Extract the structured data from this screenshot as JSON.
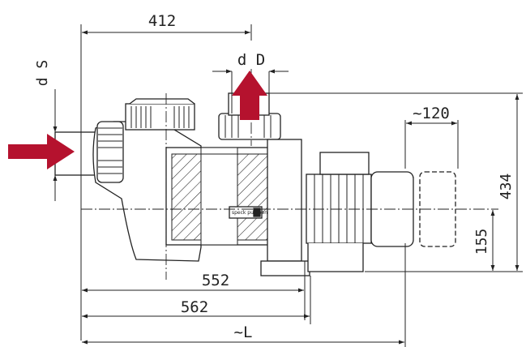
{
  "labels": {
    "dim_412": "412",
    "dim_dD": "d D",
    "dim_dS": "d S",
    "dim_120": "~120",
    "dim_434": "434",
    "dim_155": "155",
    "dim_552": "552",
    "dim_562": "562",
    "dim_L": "~L",
    "brand": "speck pumpen"
  },
  "colors": {
    "arrow": "#b5122e",
    "line": "#222222",
    "fill": "#ffffff"
  }
}
